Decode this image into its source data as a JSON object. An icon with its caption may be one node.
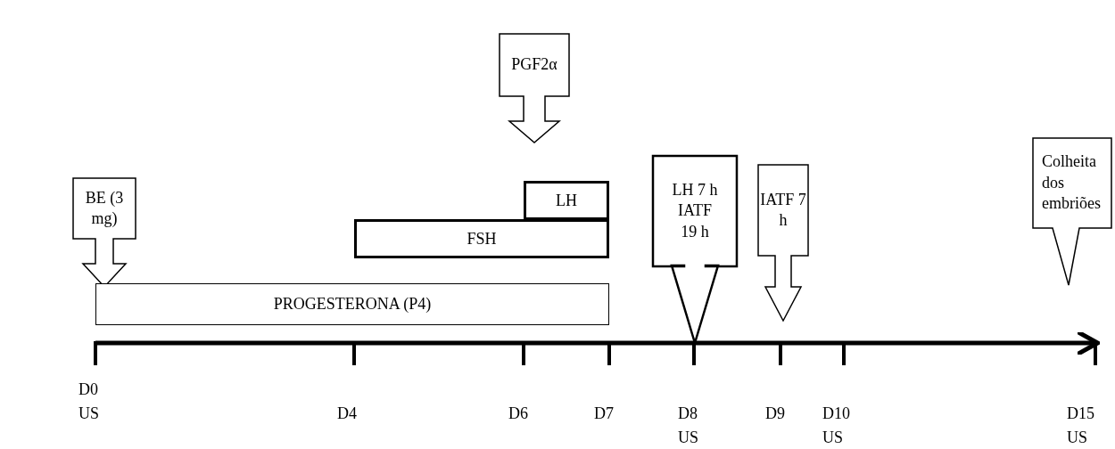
{
  "diagram": {
    "nodes": [
      {
        "text": [
          "BE (3 mg)"
        ]
      },
      {
        "text": [
          "PGF2α"
        ]
      },
      {
        "text": [
          "LH"
        ]
      },
      {
        "text": [
          "FSH"
        ]
      },
      {
        "text": [
          "PROGESTERONA (P4)"
        ]
      },
      {
        "text": [
          "LH 7 h",
          "IATF 19 h"
        ]
      },
      {
        "text": [
          "IATF 7 h"
        ]
      },
      {
        "text": [
          "Colheita dos embriões"
        ]
      }
    ],
    "labels": [
      "D0 US",
      "D4",
      "D6",
      "D7",
      "D8 US",
      "D9",
      "D10 US",
      "D15 US"
    ]
  }
}
